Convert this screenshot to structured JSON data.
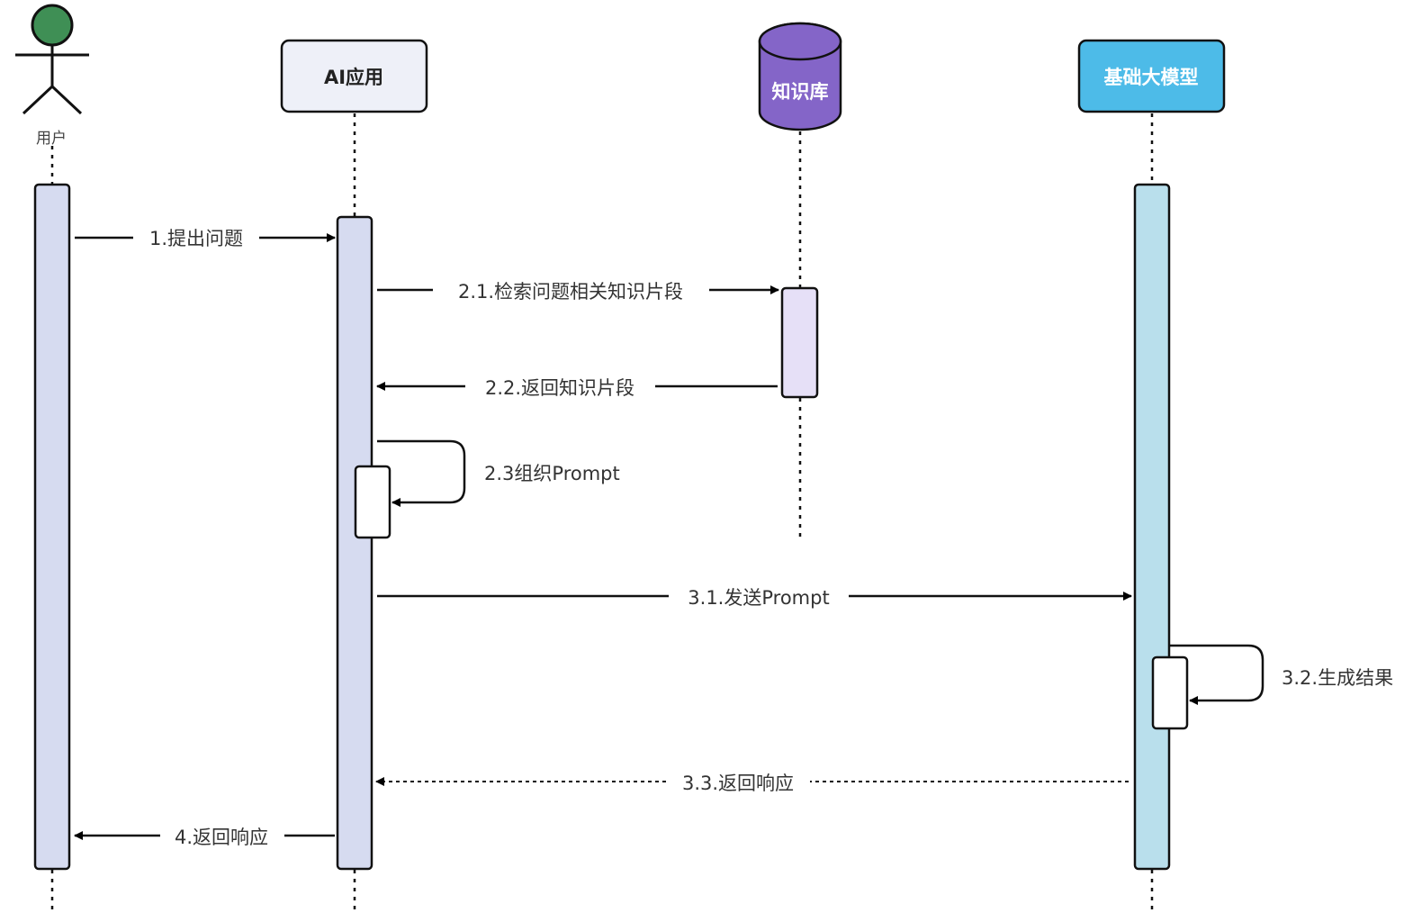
{
  "diagram": {
    "type": "sequence",
    "participants": [
      {
        "id": "user",
        "label": "用户",
        "shape": "actor",
        "color": "#3f8f55"
      },
      {
        "id": "app",
        "label": "AI应用",
        "shape": "box",
        "color": "#eef0f8",
        "text_color": "#222222"
      },
      {
        "id": "kb",
        "label": "知识库",
        "shape": "database",
        "color": "#8465c8",
        "text_color": "#ffffff"
      },
      {
        "id": "llm",
        "label": "基础大模型",
        "shape": "box",
        "color": "#4dbbe8",
        "text_color": "#ffffff"
      }
    ],
    "activation_colors": {
      "user": "#d6dbf0",
      "app": "#d6dbf0",
      "kb": "#e6e0f7",
      "llm": "#b9dfec",
      "self": "#ffffff"
    },
    "messages": [
      {
        "id": "m1",
        "label": "1.提出问题",
        "from": "user",
        "to": "app",
        "style": "solid"
      },
      {
        "id": "m21",
        "label": "2.1.检索问题相关知识片段",
        "from": "app",
        "to": "kb",
        "style": "solid"
      },
      {
        "id": "m22",
        "label": "2.2.返回知识片段",
        "from": "kb",
        "to": "app",
        "style": "solid"
      },
      {
        "id": "m23",
        "label": "2.3组织Prompt",
        "from": "app",
        "to": "app",
        "style": "self"
      },
      {
        "id": "m31",
        "label": "3.1.发送Prompt",
        "from": "app",
        "to": "llm",
        "style": "solid"
      },
      {
        "id": "m32",
        "label": "3.2.生成结果",
        "from": "llm",
        "to": "llm",
        "style": "self"
      },
      {
        "id": "m33",
        "label": "3.3.返回响应",
        "from": "llm",
        "to": "app",
        "style": "dashed"
      },
      {
        "id": "m4",
        "label": "4.返回响应",
        "from": "app",
        "to": "user",
        "style": "solid"
      }
    ]
  }
}
